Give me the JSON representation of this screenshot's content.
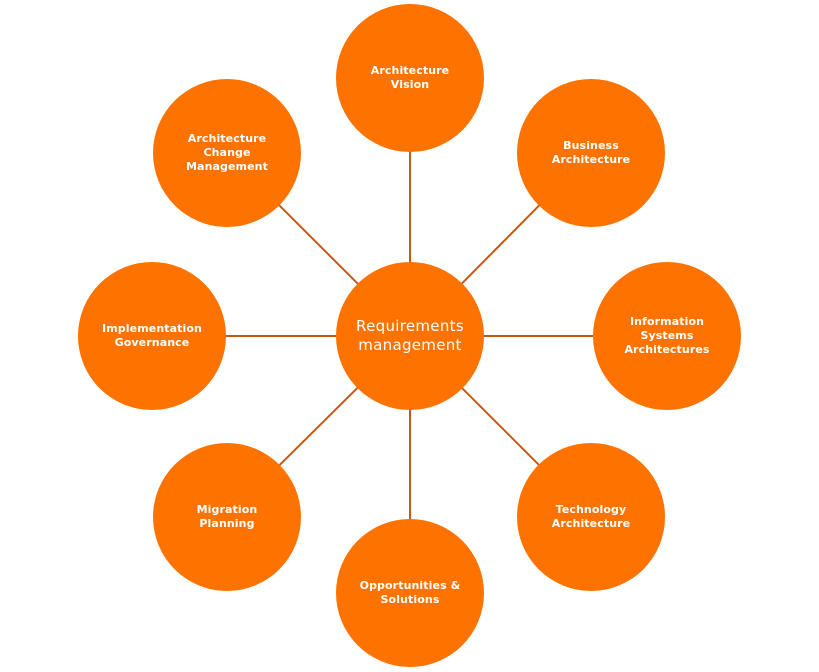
{
  "colors": {
    "node_fill": "#fe7300",
    "connector": "#c55a11",
    "text": "#ffffff"
  },
  "hub": {
    "label": "Requirements\nmanagement"
  },
  "phases": [
    {
      "id": "architecture-vision",
      "label": "Architecture\nVision"
    },
    {
      "id": "business-architecture",
      "label": "Business\nArchitecture"
    },
    {
      "id": "information-systems-architectures",
      "label": "Information\nSystems\nArchitectures"
    },
    {
      "id": "technology-architecture",
      "label": "Technology\nArchitecture"
    },
    {
      "id": "opportunities-solutions",
      "label": "Opportunities &\nSolutions"
    },
    {
      "id": "migration-planning",
      "label": "Migration\nPlanning"
    },
    {
      "id": "implementation-governance",
      "label": "Implementation\nGovernance"
    },
    {
      "id": "architecture-change-management",
      "label": "Architecture\nChange\nManagement"
    }
  ]
}
